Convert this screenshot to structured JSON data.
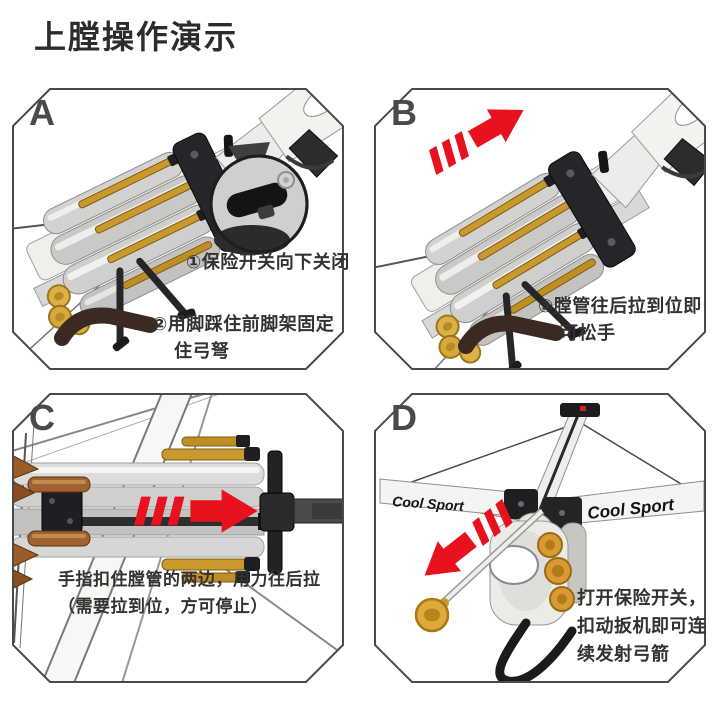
{
  "title": "上膛操作演示",
  "brand": {
    "limb_logo": "Cool Sport"
  },
  "panels": [
    {
      "label": "A",
      "step1": "①保险开关向下关闭",
      "step2_line1": "②用脚踩住前脚架固定",
      "step2_line2": "住弓弩"
    },
    {
      "label": "B",
      "step_line1": "③膛管往后拉到位即",
      "step_line2": "可松手"
    },
    {
      "label": "C",
      "step_line1": "手指扣住膛管的两边，用力往后拉",
      "step_line2": "（需要拉到位，方可停止）"
    },
    {
      "label": "D",
      "step_line1": "打开保险开关，",
      "step_line2": "扣动扳机即可连",
      "step_line3": "续发射弓箭"
    }
  ],
  "colors": {
    "arrow_red": "#e8111e",
    "arrow_shaft_gold": "#c9992e",
    "suction_cup_yellow": "#ddb14a",
    "foot_strap_brown": "#3a2a21",
    "wood_grip_brown": "#a0622e",
    "panel_border_gray": "#4a4a4a",
    "text_dark": "#35312e",
    "body_white": "#efefec"
  }
}
